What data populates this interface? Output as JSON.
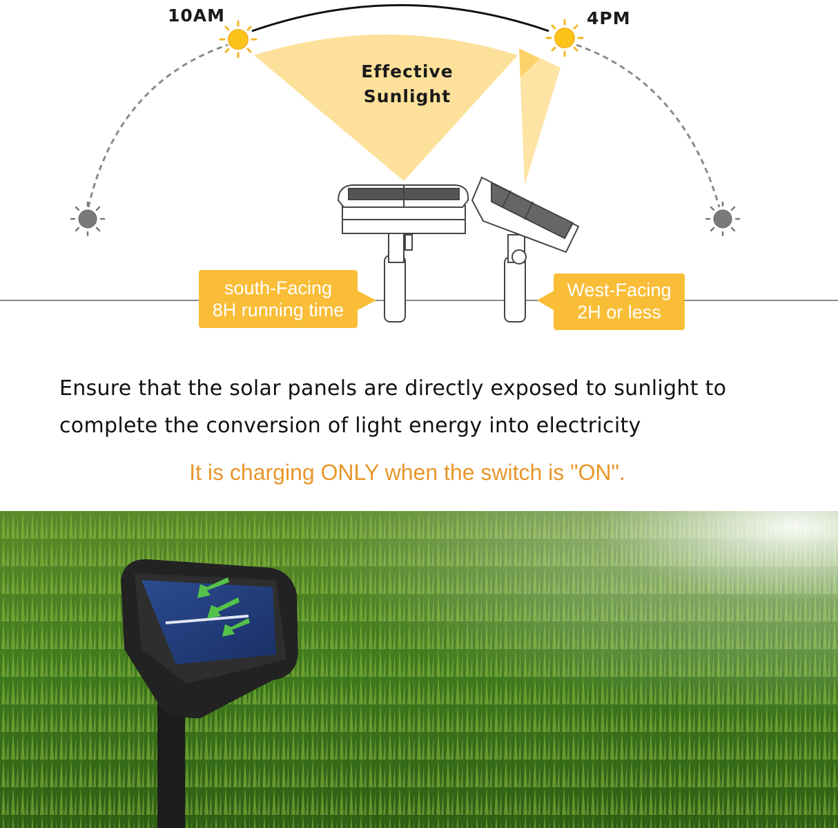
{
  "diagram": {
    "time_start": "10AM",
    "time_end": "4PM",
    "effective_label_line1": "Effective",
    "effective_label_line2": "Sunlight",
    "south_callout": {
      "line1": "south-Facing",
      "line2": "8H running time"
    },
    "west_callout": {
      "line1": "West-Facing",
      "line2": "2H or less"
    },
    "icons": [
      "sun-active-icon",
      "sun-inactive-icon",
      "solar-panel-south-icon",
      "solar-panel-west-icon"
    ]
  },
  "body": {
    "main_text_line1": "Ensure that the solar panels are directly exposed to sunlight to",
    "main_text_line2": "complete the conversion of light energy into electricity",
    "note": "It is charging ONLY when the switch is \"ON\"."
  },
  "colors": {
    "callout": "#f9bd37",
    "note": "#e8962a",
    "sunlight_beam": "#fde19a",
    "sun_active": "#fcc419",
    "sun_inactive": "#777777"
  }
}
